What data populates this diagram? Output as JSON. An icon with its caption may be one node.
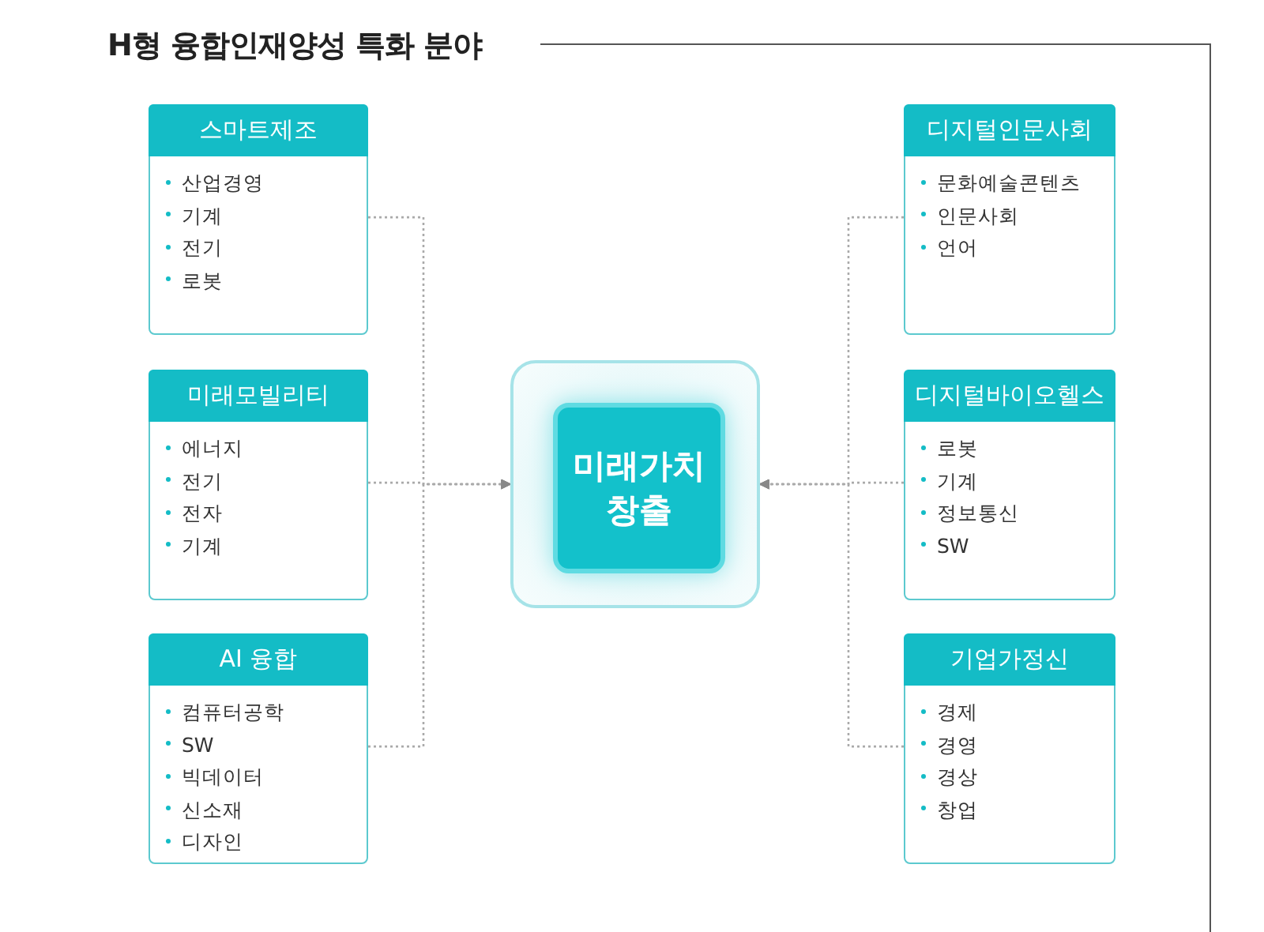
{
  "diagram": {
    "title": "H형 융합인재양성 특화 분야",
    "nodes": [
      {
        "text": [
          "스마트제조",
          "산업경영",
          "기계",
          "전기",
          "로봇"
        ]
      },
      {
        "text": [
          "미래모빌리티",
          "에너지",
          "전기",
          "전자",
          "기계"
        ]
      },
      {
        "text": [
          "AI 융합",
          "컴퓨터공학",
          "SW",
          "빅데이터",
          "신소재",
          "디자인"
        ]
      },
      {
        "text": [],
        "shape": "box"
      },
      {
        "text": [
          "미래가치 창출"
        ],
        "in": 3
      },
      {
        "text": [
          "디지털인문사회",
          "문화예술콘텐츠",
          "인문사회",
          "언어"
        ]
      },
      {
        "text": [
          "디지털바이오헬스",
          "로봇",
          "기계",
          "정보통신",
          "SW"
        ]
      },
      {
        "text": [
          "기업가정신",
          "경제",
          "경영",
          "경상",
          "창업"
        ]
      }
    ],
    "edges": [
      {
        "from": 0,
        "to": 3,
        "arrow": "to",
        "style": "dashed"
      },
      {
        "from": 1,
        "to": 3,
        "arrow": "to",
        "style": "dashed"
      },
      {
        "from": 2,
        "to": 3,
        "arrow": "to",
        "style": "dashed"
      },
      {
        "from": 5,
        "to": 3,
        "arrow": "to",
        "style": "dashed"
      },
      {
        "from": 6,
        "to": 3,
        "arrow": "to",
        "style": "dashed"
      },
      {
        "from": 7,
        "to": 3,
        "arrow": "to",
        "style": "dashed"
      }
    ]
  }
}
